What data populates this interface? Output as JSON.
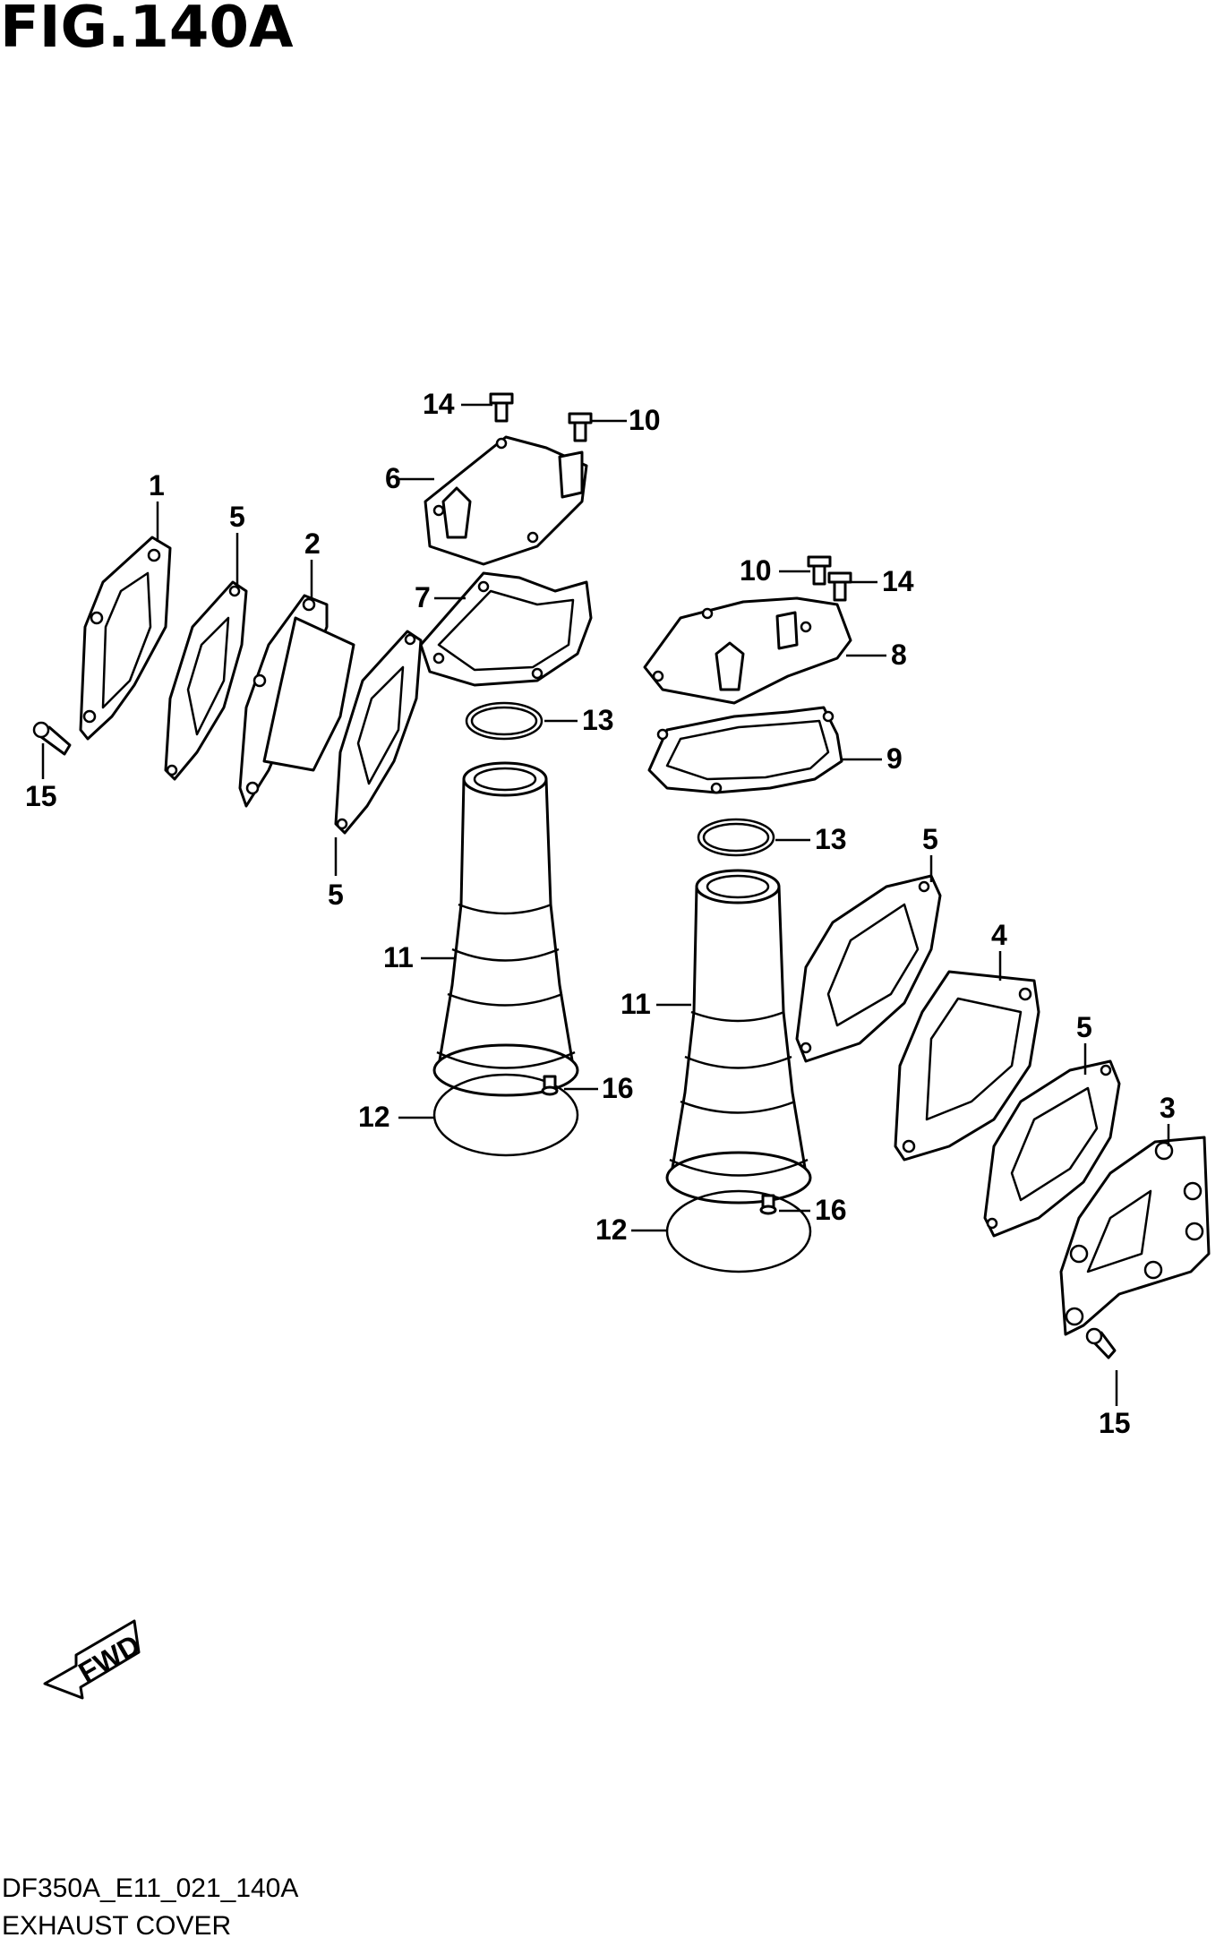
{
  "figure": {
    "title": "FIG.140A",
    "model_code": "DF350A_E11_021_140A",
    "section_name": "EXHAUST COVER",
    "direction_label": "FWD"
  },
  "callouts": [
    {
      "id": "c1",
      "label": "1"
    },
    {
      "id": "c2",
      "label": "2"
    },
    {
      "id": "c3",
      "label": "3"
    },
    {
      "id": "c4",
      "label": "4"
    },
    {
      "id": "c5a",
      "label": "5"
    },
    {
      "id": "c5b",
      "label": "5"
    },
    {
      "id": "c5c",
      "label": "5"
    },
    {
      "id": "c5d",
      "label": "5"
    },
    {
      "id": "c6",
      "label": "6"
    },
    {
      "id": "c7",
      "label": "7"
    },
    {
      "id": "c8",
      "label": "8"
    },
    {
      "id": "c9",
      "label": "9"
    },
    {
      "id": "c10a",
      "label": "10"
    },
    {
      "id": "c10b",
      "label": "10"
    },
    {
      "id": "c11a",
      "label": "11"
    },
    {
      "id": "c11b",
      "label": "11"
    },
    {
      "id": "c12a",
      "label": "12"
    },
    {
      "id": "c12b",
      "label": "12"
    },
    {
      "id": "c13a",
      "label": "13"
    },
    {
      "id": "c13b",
      "label": "13"
    },
    {
      "id": "c14a",
      "label": "14"
    },
    {
      "id": "c14b",
      "label": "14"
    },
    {
      "id": "c15a",
      "label": "15"
    },
    {
      "id": "c15b",
      "label": "15"
    },
    {
      "id": "c16a",
      "label": "16"
    },
    {
      "id": "c16b",
      "label": "16"
    }
  ]
}
